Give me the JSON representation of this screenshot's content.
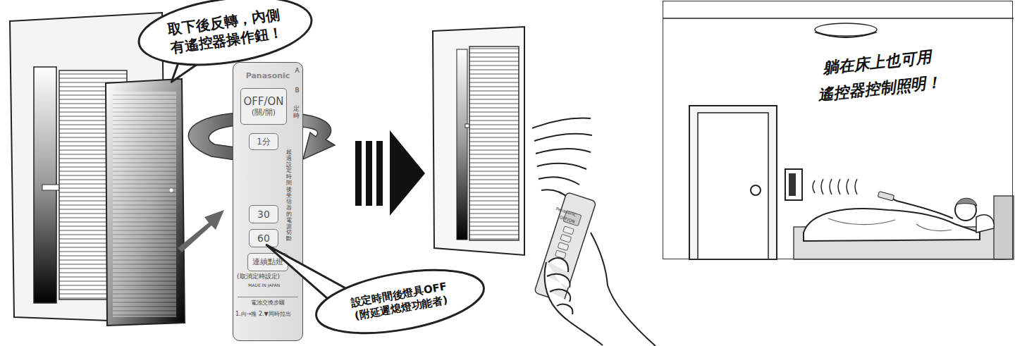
{
  "diagram": {
    "nodes": [
      {
        "text": [
          "取下後反轉，內側 有遙控器操作鈕！"
        ]
      },
      {
        "text": [
          "Panasonic"
        ]
      },
      {
        "text": [
          "OFF/ON",
          "(關/開)"
        ],
        "in": 1
      },
      {
        "text": [
          "1分"
        ],
        "in": 1
      },
      {
        "text": [
          "30"
        ],
        "in": 1
      },
      {
        "text": [
          "60"
        ],
        "in": 1
      },
      {
        "text": [
          "連續點燈"
        ],
        "in": 1
      },
      {
        "text": [
          "設定時間後燈具OFF (附延遲熄燈功能者)"
        ]
      },
      {
        "text": [
          "躺在床上也可用 遙控器控制照明！"
        ]
      }
    ],
    "labels": [
      "(取消定時設定)",
      "MADE IN JAPAN",
      "電池交換步驟",
      "1.向→推 2.▼同時拉出",
      "A",
      "B",
      "定時",
      "超過設定時間後受信器的電源切斷",
      "Panasonic",
      "OFF/ON"
    ]
  }
}
